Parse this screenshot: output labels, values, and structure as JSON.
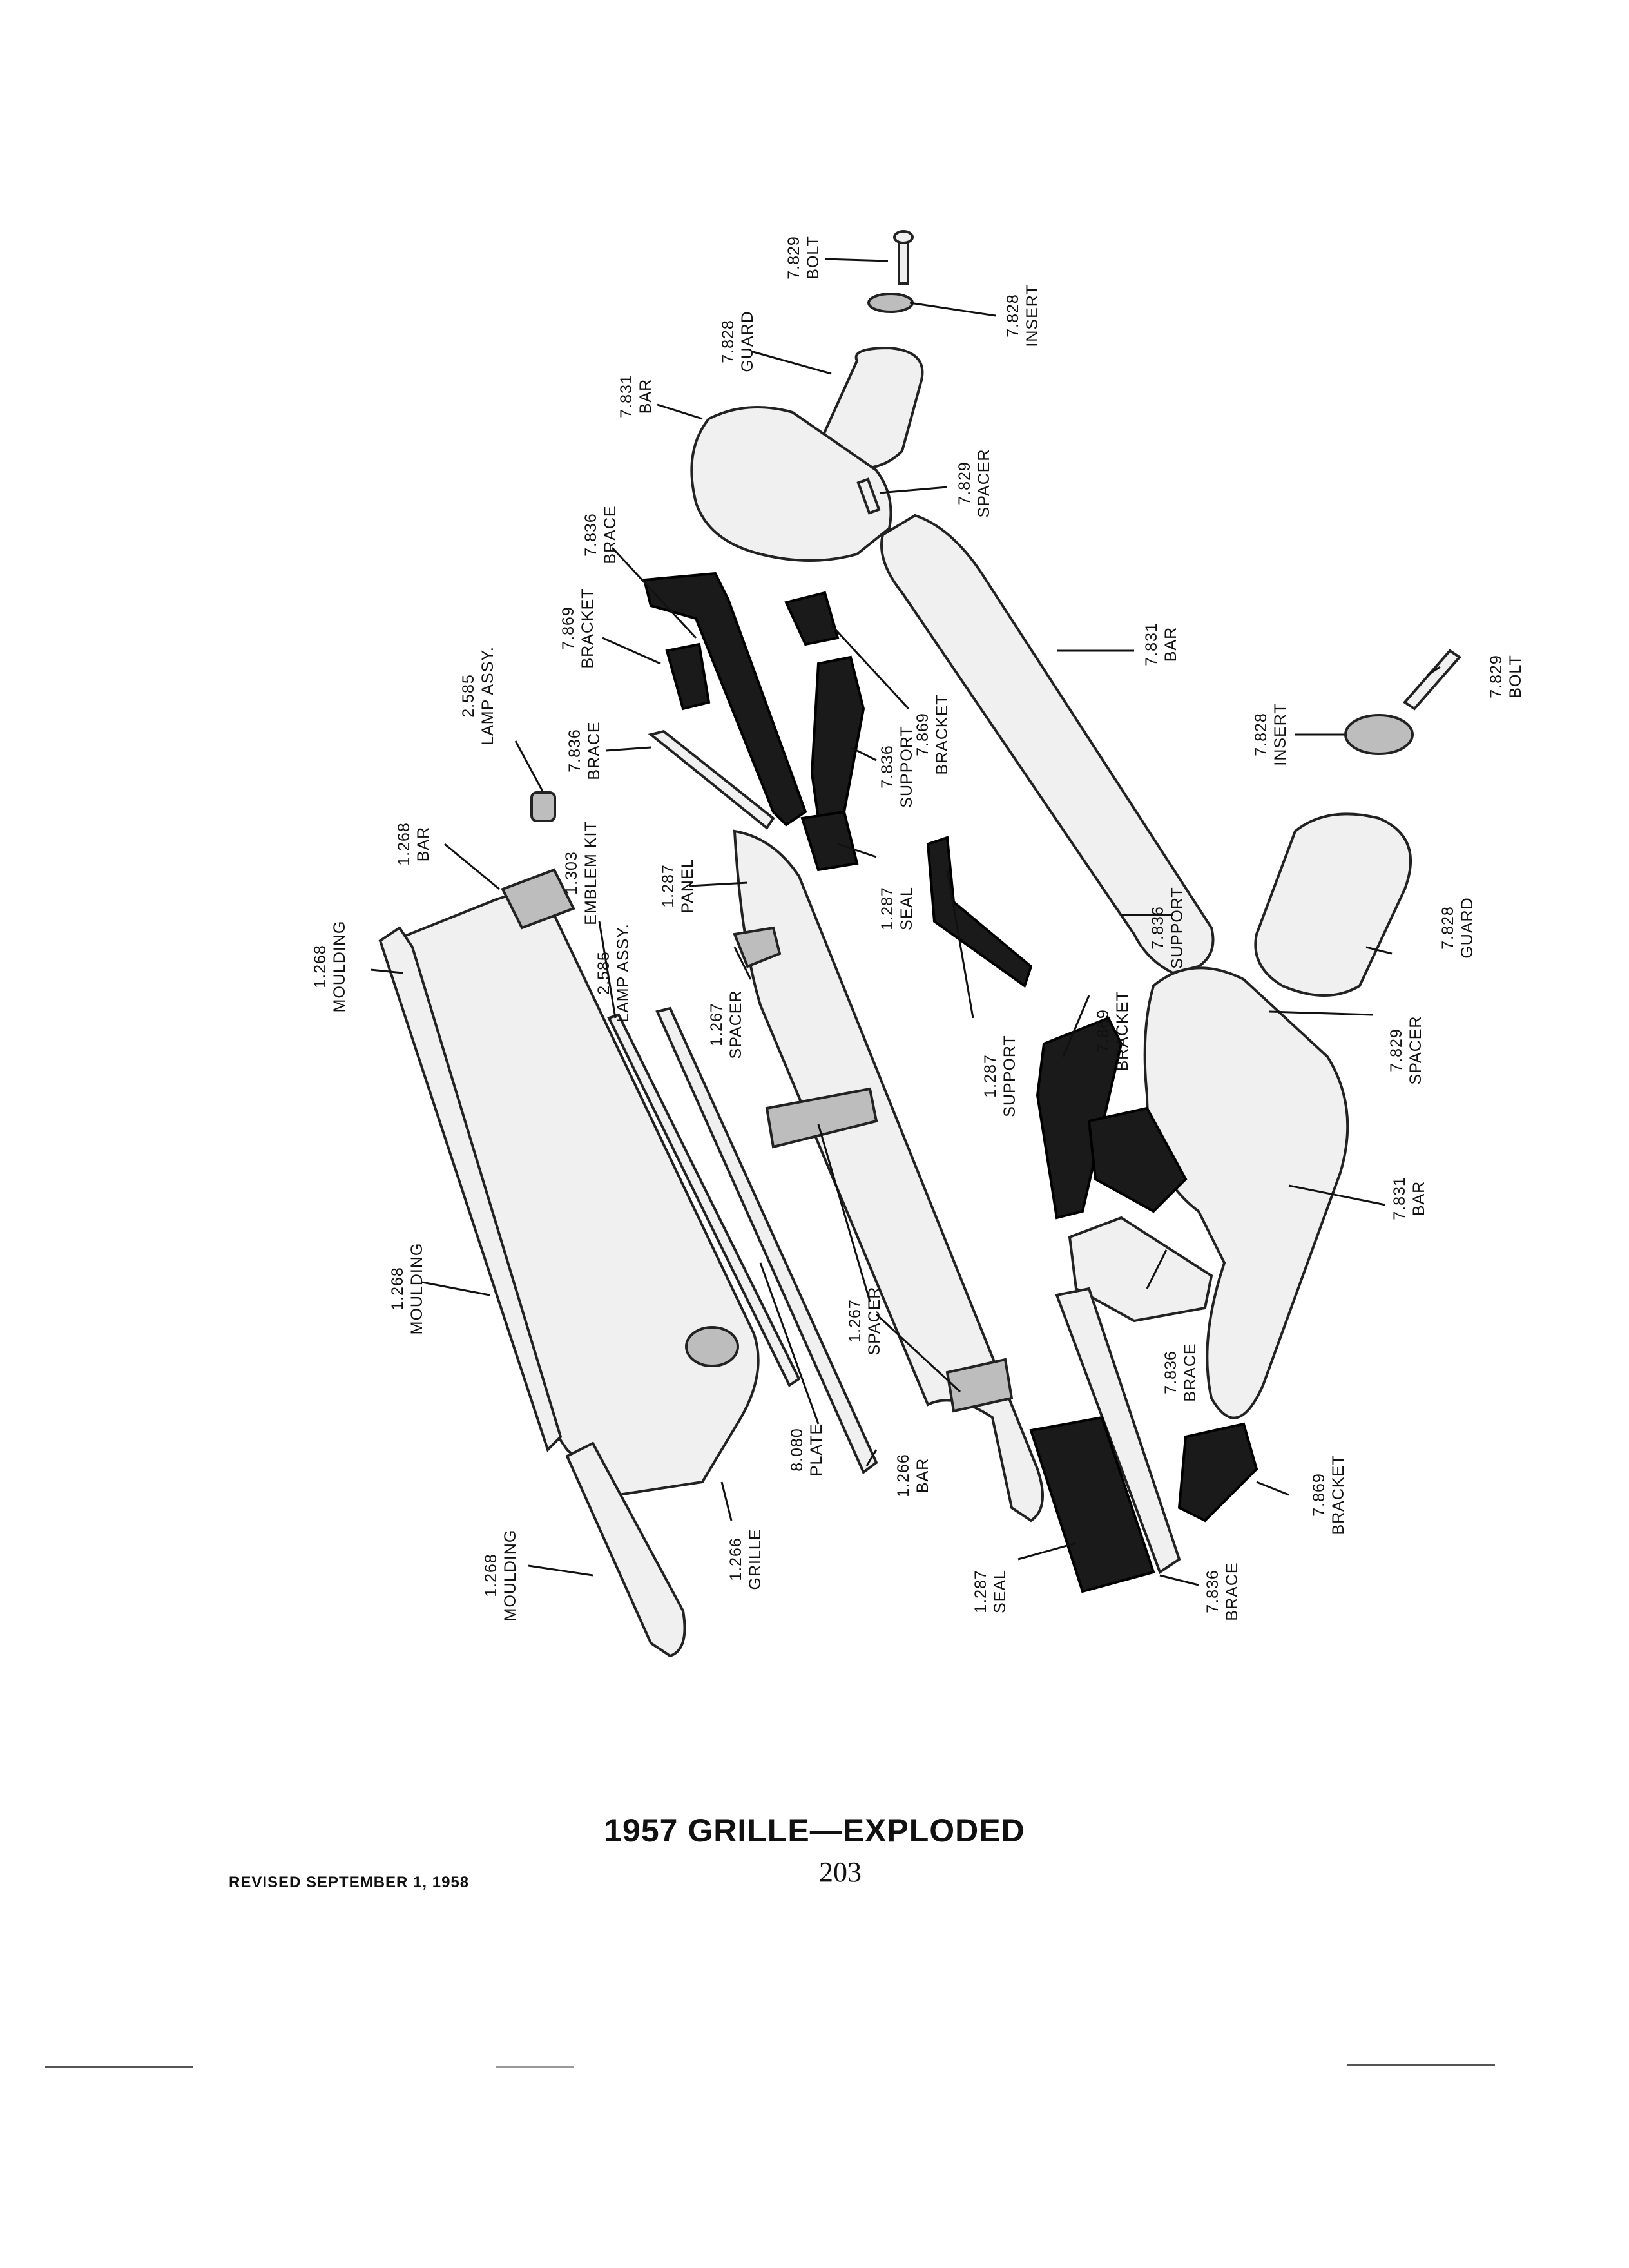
{
  "title": "1957 GRILLE—EXPLODED",
  "revision": "REVISED SEPTEMBER 1, 1958",
  "page_number": "203",
  "labels": [
    {
      "id": "l01",
      "num": "7.829",
      "name": "BOLT"
    },
    {
      "id": "l02",
      "num": "7.828",
      "name": "INSERT"
    },
    {
      "id": "l03",
      "num": "7.828",
      "name": "GUARD"
    },
    {
      "id": "l04",
      "num": "7.831",
      "name": "BAR"
    },
    {
      "id": "l05",
      "num": "7.829",
      "name": "SPACER"
    },
    {
      "id": "l06",
      "num": "7.836",
      "name": "BRACE"
    },
    {
      "id": "l07",
      "num": "7.869",
      "name": "BRACKET"
    },
    {
      "id": "l08",
      "num": "7.831",
      "name": "BAR"
    },
    {
      "id": "l09",
      "num": "2.585",
      "name": "LAMP ASSY."
    },
    {
      "id": "l10",
      "num": "7.836",
      "name": "BRACE"
    },
    {
      "id": "l11",
      "num": "7.836",
      "name": "SUPPORT"
    },
    {
      "id": "l12",
      "num": "7.869",
      "name": "BRACKET"
    },
    {
      "id": "l13",
      "num": "7.829",
      "name": "BOLT"
    },
    {
      "id": "l14",
      "num": "7.828",
      "name": "INSERT"
    },
    {
      "id": "l15",
      "num": "1.268",
      "name": "BAR"
    },
    {
      "id": "l16",
      "num": "1.303",
      "name": "EMBLEM KIT"
    },
    {
      "id": "l17",
      "num": "1.287",
      "name": "PANEL"
    },
    {
      "id": "l18",
      "num": "1.268",
      "name": "MOULDING"
    },
    {
      "id": "l19",
      "num": "2.585",
      "name": "LAMP ASSY."
    },
    {
      "id": "l20",
      "num": "1.287",
      "name": "SEAL"
    },
    {
      "id": "l21",
      "num": "7.836",
      "name": "SUPPORT"
    },
    {
      "id": "l22",
      "num": "7.828",
      "name": "GUARD"
    },
    {
      "id": "l23",
      "num": "1.267",
      "name": "SPACER"
    },
    {
      "id": "l24",
      "num": "1.287",
      "name": "SUPPORT"
    },
    {
      "id": "l25",
      "num": "7.869",
      "name": "BRACKET"
    },
    {
      "id": "l26",
      "num": "7.829",
      "name": "SPACER"
    },
    {
      "id": "l27",
      "num": "7.831",
      "name": "BAR"
    },
    {
      "id": "l28",
      "num": "1.268",
      "name": "MOULDING"
    },
    {
      "id": "l29",
      "num": "1.267",
      "name": "SPACER"
    },
    {
      "id": "l30",
      "num": "7.836",
      "name": "BRACE"
    },
    {
      "id": "l31",
      "num": "8.080",
      "name": "PLATE"
    },
    {
      "id": "l32",
      "num": "1.266",
      "name": "BAR"
    },
    {
      "id": "l33",
      "num": "7.869",
      "name": "BRACKET"
    },
    {
      "id": "l34",
      "num": "1.268",
      "name": "MOULDING"
    },
    {
      "id": "l35",
      "num": "1.266",
      "name": "GRILLE"
    },
    {
      "id": "l36",
      "num": "1.287",
      "name": "SEAL"
    },
    {
      "id": "l37",
      "num": "7.836",
      "name": "BRACE"
    }
  ]
}
